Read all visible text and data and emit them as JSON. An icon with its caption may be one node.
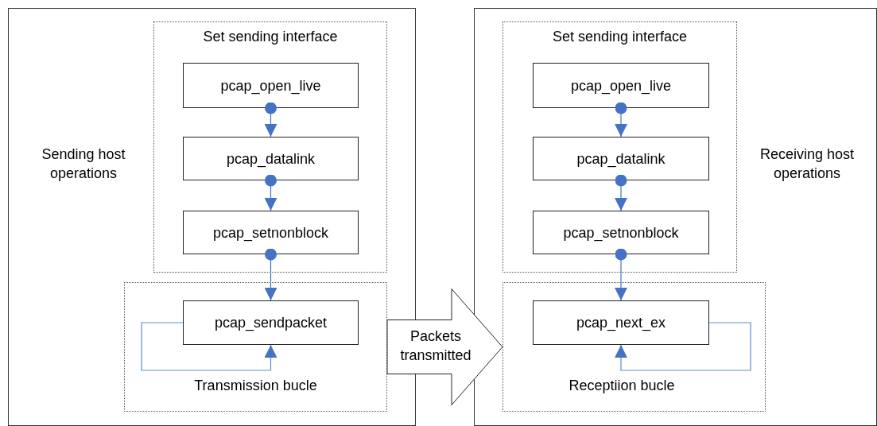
{
  "diagram": {
    "nodes": [
      {
        "text": [
          "Sending host operations"
        ]
      },
      {
        "text": [
          "Set sending interface"
        ],
        "in": 0
      },
      {
        "text": [
          "pcap_open_live"
        ],
        "in": 1
      },
      {
        "text": [
          "pcap_datalink"
        ],
        "in": 1
      },
      {
        "text": [
          "pcap_setnonblock"
        ],
        "in": 1
      },
      {
        "text": [
          "Transmission bucle"
        ],
        "in": 0
      },
      {
        "text": [
          "pcap_sendpacket"
        ],
        "in": 5
      },
      {
        "text": [
          "Receiving host operations"
        ]
      },
      {
        "text": [
          "Set sending interface"
        ],
        "in": 7
      },
      {
        "text": [
          "pcap_open_live"
        ],
        "in": 8
      },
      {
        "text": [
          "pcap_datalink"
        ],
        "in": 8
      },
      {
        "text": [
          "pcap_setnonblock"
        ],
        "in": 8
      },
      {
        "text": [
          "Receptiion bucle"
        ],
        "in": 7
      },
      {
        "text": [
          "pcap_next_ex"
        ],
        "in": 12
      }
    ],
    "edges": [
      {
        "from": 2,
        "to": 3,
        "arrow": "to"
      },
      {
        "from": 3,
        "to": 4,
        "arrow": "to"
      },
      {
        "from": 4,
        "to": 6,
        "arrow": "to"
      },
      {
        "from": 6,
        "to": 6,
        "arrow": "to"
      },
      {
        "from": 5,
        "to": 12,
        "arrow": "to",
        "label": "Packets transmitted",
        "style": "thick"
      },
      {
        "from": 9,
        "to": 10,
        "arrow": "to"
      },
      {
        "from": 10,
        "to": 11,
        "arrow": "to"
      },
      {
        "from": 11,
        "to": 13,
        "arrow": "to"
      },
      {
        "from": 13,
        "to": 13,
        "arrow": "to"
      }
    ]
  }
}
